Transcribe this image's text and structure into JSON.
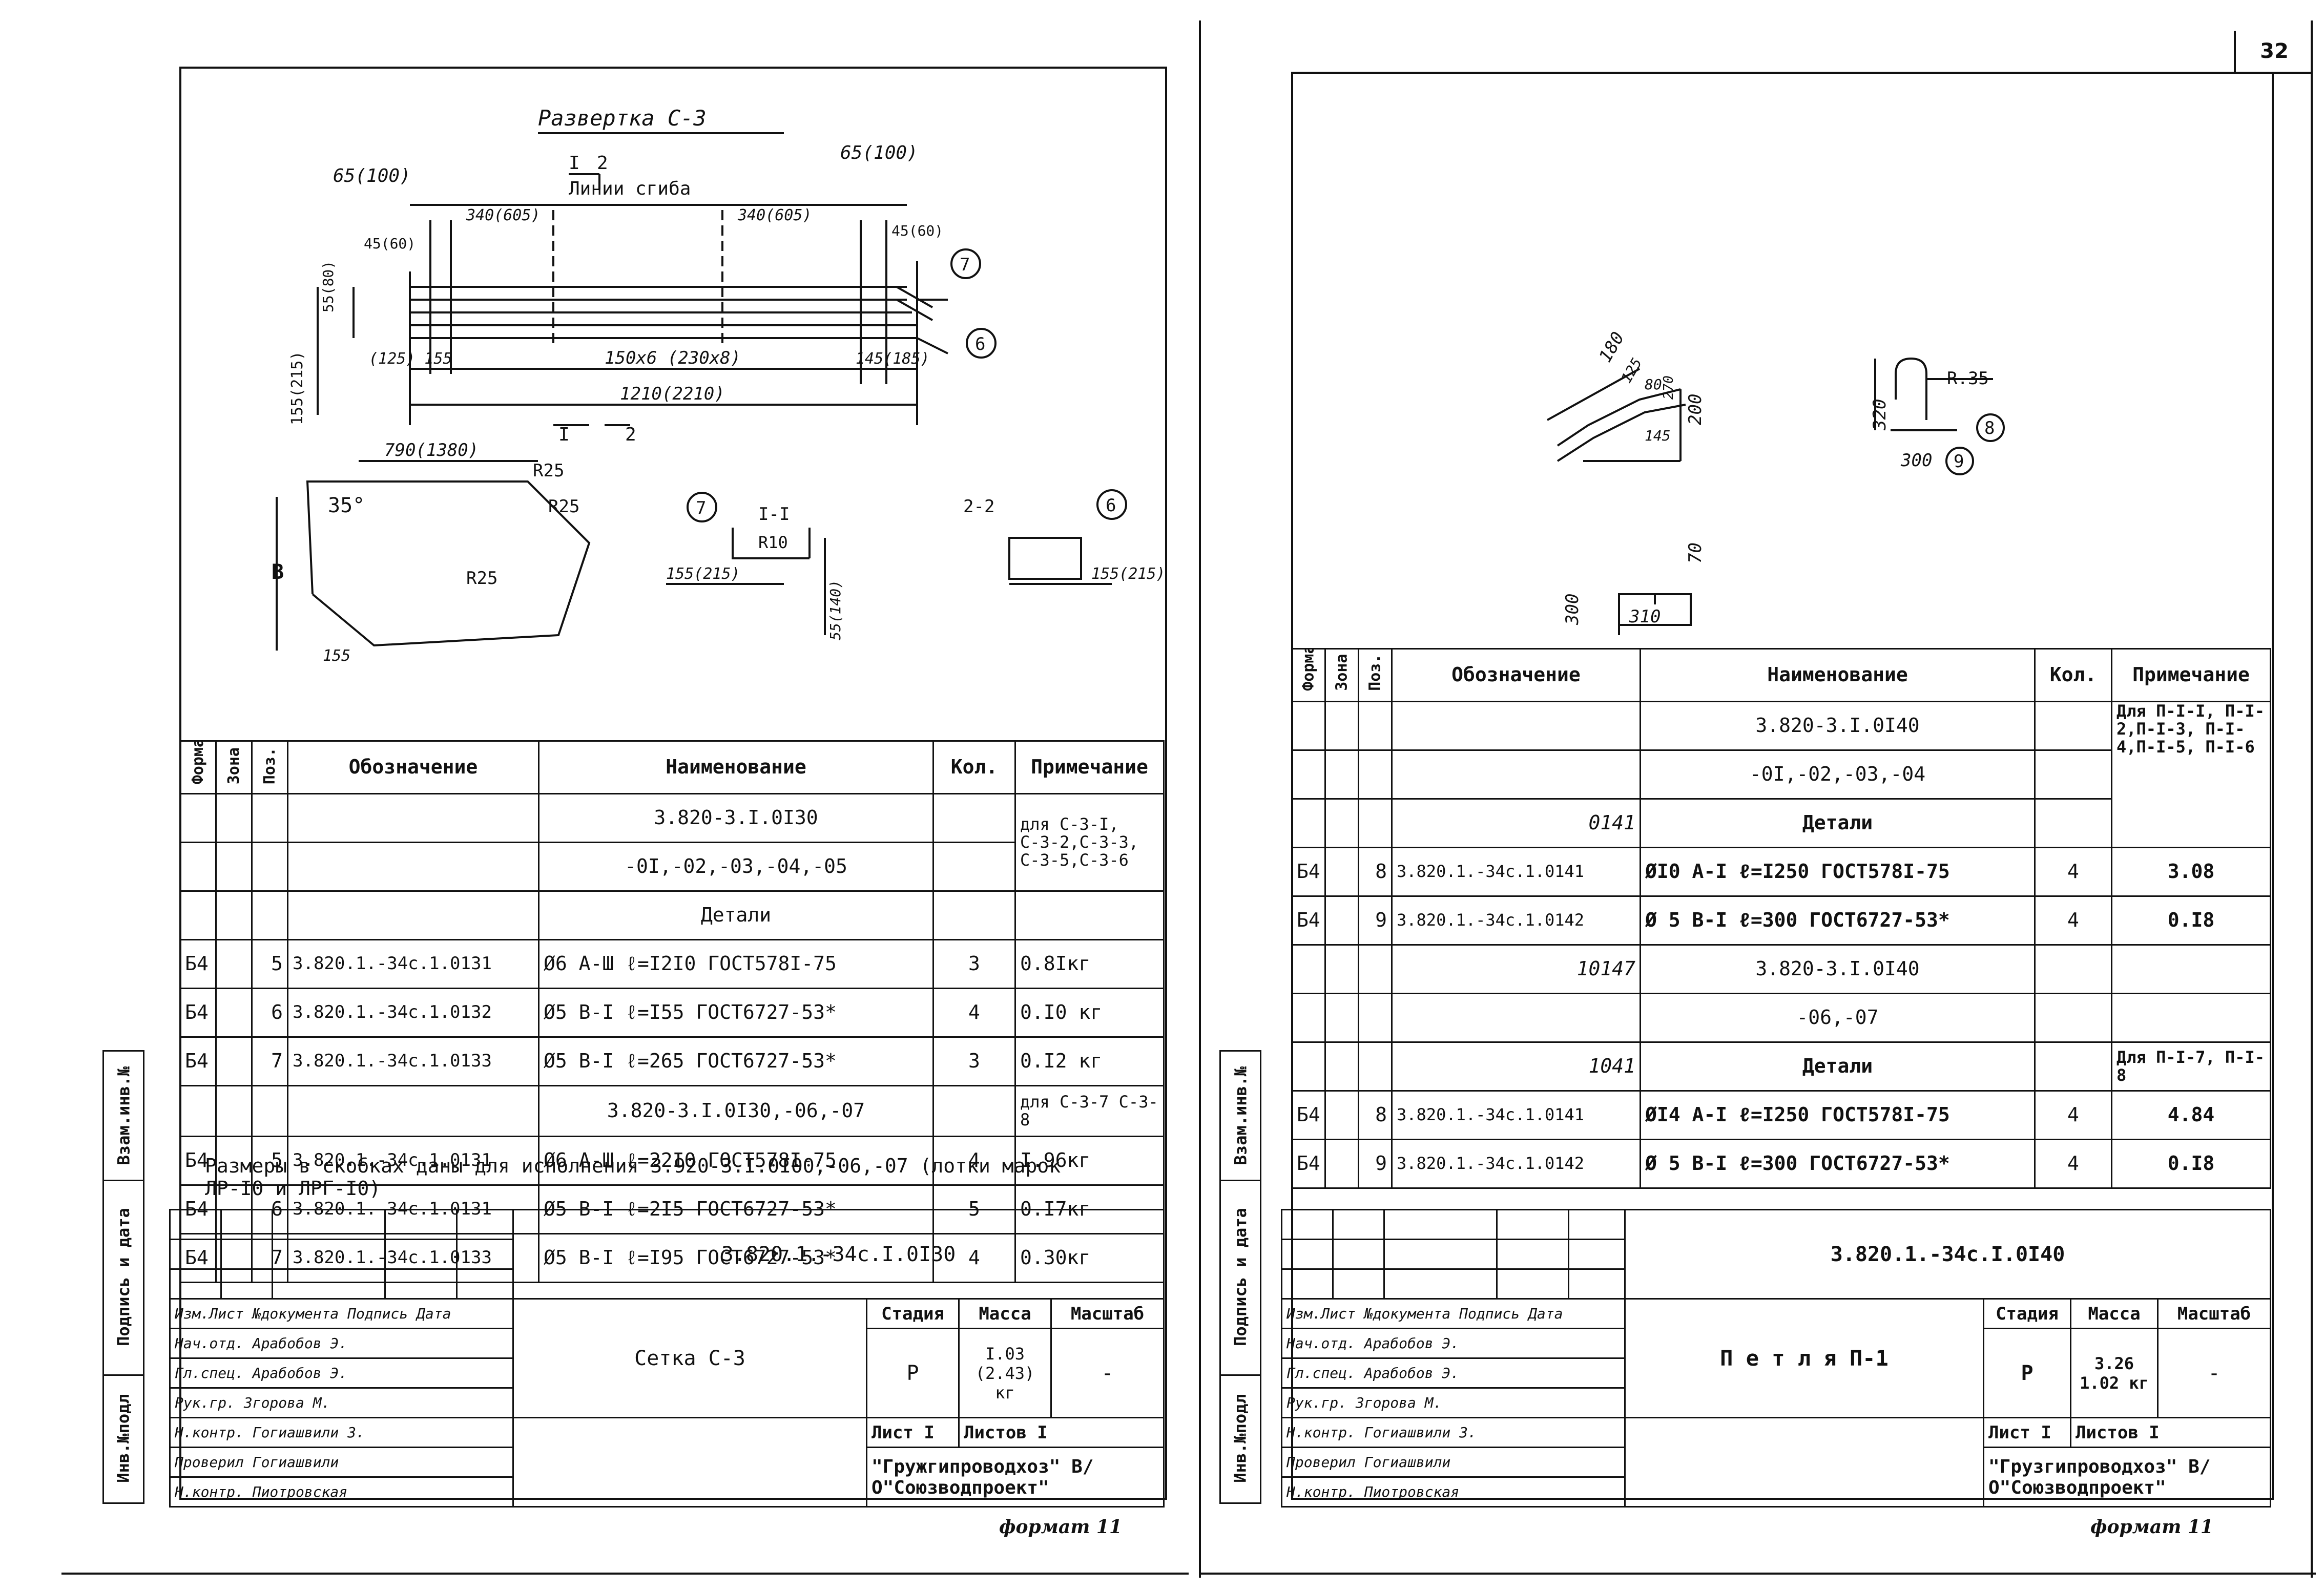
{
  "page_number": "32",
  "left": {
    "drawing": {
      "title": "Развертка   С-3",
      "bend_lines": "Линии сгиба",
      "section_1": "I-I",
      "section_2": "2-2",
      "labels": {
        "d_65_100": "65(100)",
        "d_65_100b": "65(100)",
        "d_340_605a": "340(605)",
        "d_340_605b": "340(605)",
        "d_45_60a": "45(60)",
        "d_45_60b": "45(60)",
        "d_55_80": "55(80)",
        "d_155_215": "155(215)",
        "d_125_155": "(125) 155",
        "d_150x6": "150x6 (230x8)",
        "d_145_185": "145(185)",
        "d_1210": "1210(2210)",
        "d_790": "790(1380)",
        "d_r25a": "R25",
        "d_r25b": "R25",
        "d_r25c": "R25",
        "d_35": "35°",
        "d_155": "155",
        "d_B": "B",
        "d_r10": "R10",
        "d_155_215b": "155(215)",
        "d_55_140": "55(140)",
        "d_155_215c": "155(215)",
        "m_I": "I",
        "m_2": "2",
        "m_Ib": "I",
        "m_2b": "2",
        "pos_7": "7",
        "pos_6": "6",
        "pos_7b": "7",
        "pos_6b": "6"
      }
    },
    "table_headers": [
      "Формат",
      "Зона",
      "Поз.",
      "Обозначение",
      "Наименование",
      "Кол.",
      "Примечание"
    ],
    "rows": [
      {
        "fmt": "",
        "zone": "",
        "pos": "",
        "designation": "",
        "name": "3.820-3.I.0I30",
        "qty": "",
        "note": "для С-3-I, С-3-2,С-3-3, С-3-5,С-3-6"
      },
      {
        "fmt": "",
        "zone": "",
        "pos": "",
        "designation": "",
        "name": "-0I,-02,-03,-04,-05",
        "qty": "",
        "note": ""
      },
      {
        "fmt": "",
        "zone": "",
        "pos": "",
        "designation": "",
        "name": "Детали",
        "qty": "",
        "note": ""
      },
      {
        "fmt": "Б4",
        "zone": "",
        "pos": "5",
        "designation": "3.820.1.-34с.1.0131",
        "name": "Ø6  А-Ш  ℓ=I2I0 ГОСТ578I-75",
        "qty": "3",
        "note": "0.8Iкг"
      },
      {
        "fmt": "Б4",
        "zone": "",
        "pos": "6",
        "designation": "3.820.1.-34с.1.0132",
        "name": "Ø5  В-I  ℓ=I55  ГОСТ6727-53*",
        "qty": "4",
        "note": "0.I0 кг"
      },
      {
        "fmt": "Б4",
        "zone": "",
        "pos": "7",
        "designation": "3.820.1.-34с.1.0133",
        "name": "Ø5  В-I  ℓ=265  ГОСТ6727-53*",
        "qty": "3",
        "note": "0.I2 кг"
      },
      {
        "fmt": "",
        "zone": "",
        "pos": "",
        "designation": "",
        "name": "3.820-3.I.0I30,-06,-07",
        "qty": "",
        "note": "для С-3-7 С-3-8"
      },
      {
        "fmt": "Б4",
        "zone": "",
        "pos": "5",
        "designation": "3.820.1.-34с.1.0131",
        "name": "Ø6  А-Ш  ℓ=22I0 ГОСТ578I-75",
        "qty": "4",
        "note": "I.96кг"
      },
      {
        "fmt": "Б4",
        "zone": "",
        "pos": "6",
        "designation": "3.820.1.-34с.1.0131",
        "name": "Ø5  В-I  ℓ=2I5  ГОСТ6727-53*",
        "qty": "5",
        "note": "0.I7кг"
      },
      {
        "fmt": "Б4",
        "zone": "",
        "pos": "7",
        "designation": "3.820.1.-34с.1.0133",
        "name": "Ø5  В-I  ℓ=I95  ГОСТ6727-53*",
        "qty": "4",
        "note": "0.30кг"
      }
    ],
    "note": "Размеры в скобках даны для исполнения 3.920-3.I.0I00,-06,-07 (лотки марок ЛР-I0 и ЛРГ-I0)",
    "doc_code": "3.820.1.-34с.I.0I30",
    "doc_title": "Сетка С-3",
    "stage_label": "Стадия",
    "mass_label": "Масса",
    "scale_label": "Масштаб",
    "stage": "Р",
    "mass": "I.03 (2.43) кг",
    "scale": "-",
    "sheet_label": "Лист I",
    "sheets_label": "Листов I",
    "org": "\"Гружгипроводхоз\" В/О\"Союзводпроект\"",
    "signatures": [
      "Изм.Лист №документа Подпись Дата",
      "Нач.отд. Арабобов Э.",
      "Гл.спец. Арабобов Э.",
      "Рук.гр. Згорова М.",
      "Н.контр. Гогиашвили З.",
      "Проверил Гогиашвили",
      "Н.контр. Пиотровская"
    ],
    "format": "формат 11"
  },
  "right": {
    "drawing": {
      "labels": {
        "d_180": "180",
        "d_125": "125",
        "d_80": "80",
        "d_200": "200",
        "d_145": "145",
        "d_270": "270",
        "d_r35": "R.35",
        "d_320": "320",
        "d_300": "300",
        "d_300b": "300",
        "d_310": "310",
        "d_70": "70",
        "pos_8": "8",
        "pos_9": "9"
      }
    },
    "table_headers": [
      "Формат",
      "Зона",
      "Поз.",
      "Обозначение",
      "Наименование",
      "Кол.",
      "Примечание"
    ],
    "rows": [
      {
        "fmt": "",
        "zone": "",
        "pos": "",
        "designation": "",
        "name": "3.820-3.I.0I40",
        "qty": "",
        "note": "Для П-I-I, П-I-2,П-I-3, П-I-4,П-I-5, П-I-6"
      },
      {
        "fmt": "",
        "zone": "",
        "pos": "",
        "designation": "",
        "name": "-0I,-02,-03,-04",
        "qty": "",
        "note": ""
      },
      {
        "fmt": "",
        "zone": "",
        "pos": "",
        "designation": "0141",
        "name": "Детали",
        "qty": "",
        "note": ""
      },
      {
        "fmt": "Б4",
        "zone": "",
        "pos": "8",
        "designation": "3.820.1.-34с.1.0141",
        "name": "ØI0 А-I ℓ=I250 ГОСТ578I-75",
        "qty": "4",
        "note": "3.08"
      },
      {
        "fmt": "Б4",
        "zone": "",
        "pos": "9",
        "designation": "3.820.1.-34с.1.0142",
        "name": "Ø 5 В-I  ℓ=300 ГОСТ6727-53*",
        "qty": "4",
        "note": "0.I8"
      },
      {
        "fmt": "",
        "zone": "",
        "pos": "",
        "designation": "10147",
        "name": "3.820-3.I.0I40",
        "qty": "",
        "note": ""
      },
      {
        "fmt": "",
        "zone": "",
        "pos": "",
        "designation": "",
        "name": "-06,-07",
        "qty": "",
        "note": ""
      },
      {
        "fmt": "",
        "zone": "",
        "pos": "",
        "designation": "1041",
        "name": "Детали",
        "qty": "",
        "note": "Для П-I-7, П-I-8"
      },
      {
        "fmt": "Б4",
        "zone": "",
        "pos": "8",
        "designation": "3.820.1.-34с.1.0141",
        "name": "ØI4 А-I ℓ=I250 ГОСТ578I-75",
        "qty": "4",
        "note": "4.84"
      },
      {
        "fmt": "Б4",
        "zone": "",
        "pos": "9",
        "designation": "3.820.1.-34с.1.0142",
        "name": "Ø 5 В-I  ℓ=300 ГОСТ6727-53*",
        "qty": "4",
        "note": "0.I8"
      }
    ],
    "doc_code": "3.820.1.-34с.I.0I40",
    "doc_title": "П е т л я  П-1",
    "stage_label": "Стадия",
    "mass_label": "Масса",
    "scale_label": "Масштаб",
    "stage": "Р",
    "mass": "3.26 1.02 кг",
    "scale": "-",
    "sheet_label": "Лист I",
    "sheets_label": "Листов I",
    "org": "\"Грузгипроводхоз\" В/О\"Союзводпроект\"",
    "signatures": [
      "Изм.Лист №документа Подпись Дата",
      "Нач.отд. Арабобов Э.",
      "Гл.спец. Арабобов Э.",
      "Рук.гр. Згорова М.",
      "Н.контр. Гогиашвили З.",
      "Проверил Гогиашвили",
      "Н.контр. Пиотровская"
    ],
    "format": "формат 11"
  },
  "sidebar": {
    "inv_orig": "Инв.№подл",
    "sign_date": "Подпись и дата",
    "vzam_inv": "Взам.инв.№"
  }
}
